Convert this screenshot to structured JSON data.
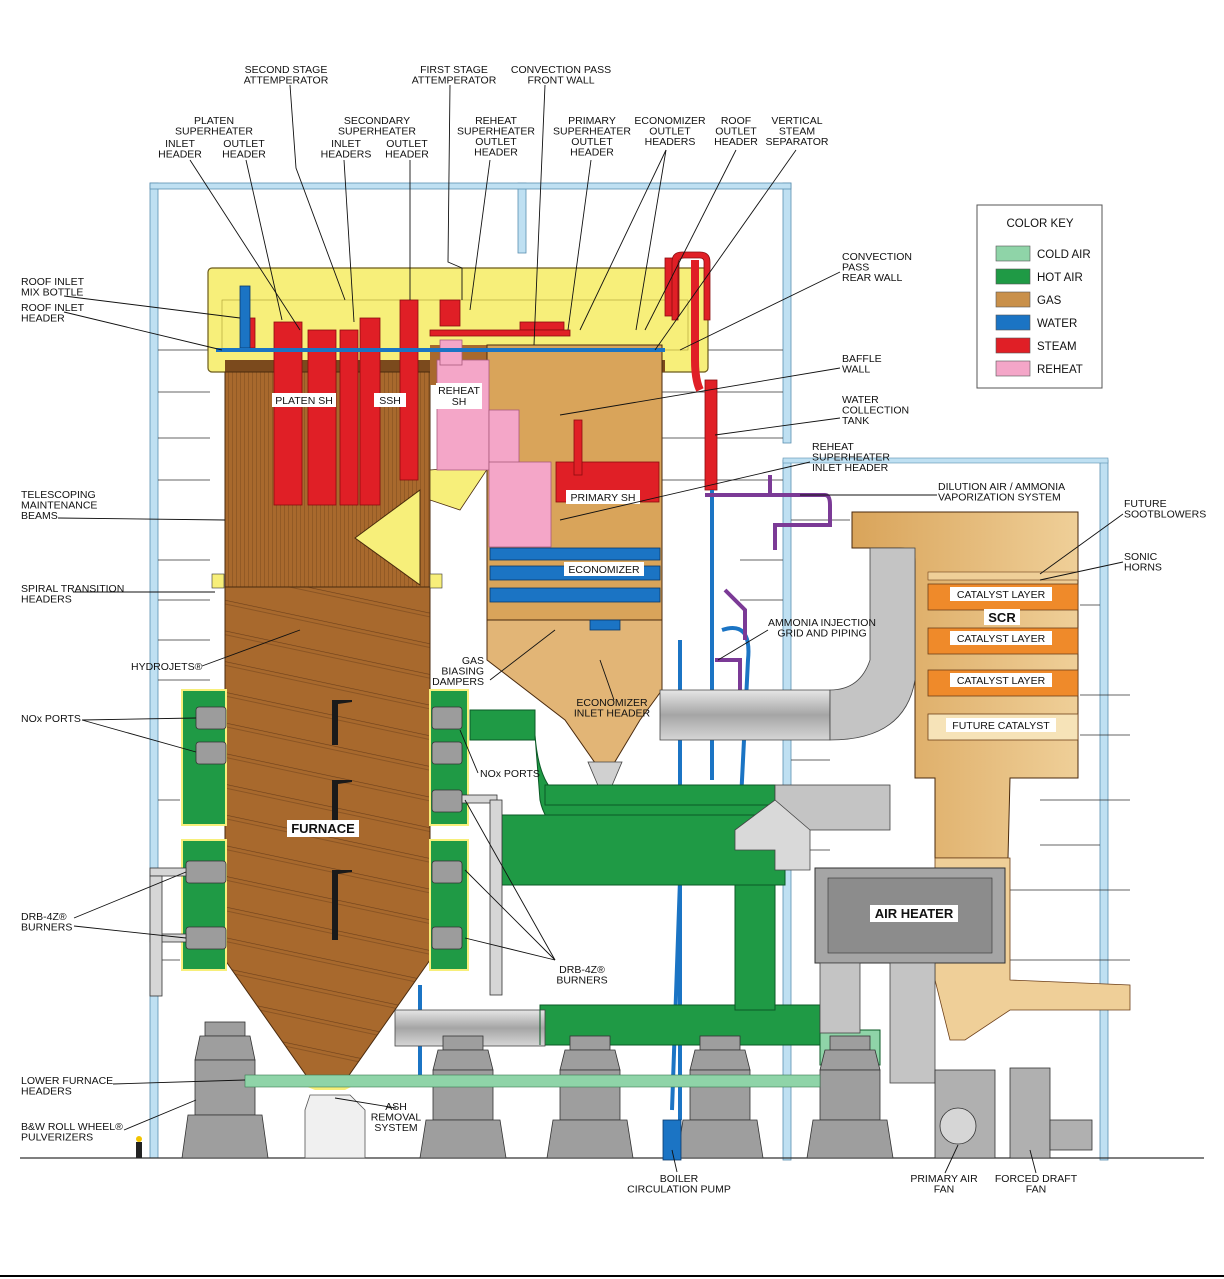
{
  "colors": {
    "cold_air": "#8fd4a8",
    "hot_air": "#1f9a45",
    "gas": "#c9904a",
    "water": "#1b74c4",
    "steam": "#e01f26",
    "reheat": "#f4a6c8",
    "roof_yellow": "#f7ef7a",
    "building_blue": "#bfe0f2",
    "duct_gray": "#b9b9b9",
    "scr_orange": "#ef8a2a",
    "purple": "#7b3a96"
  },
  "color_key": {
    "title": "COLOR KEY",
    "items": [
      {
        "label": "COLD AIR",
        "color": "#8fd4a8"
      },
      {
        "label": "HOT AIR",
        "color": "#1f9a45"
      },
      {
        "label": "GAS",
        "color": "#c9904a"
      },
      {
        "label": "WATER",
        "color": "#1b74c4"
      },
      {
        "label": "STEAM",
        "color": "#e01f26"
      },
      {
        "label": "REHEAT",
        "color": "#f4a6c8"
      }
    ]
  },
  "inner_labels": {
    "platen_sh": "PLATEN SH",
    "ssh": "SSH",
    "reheat_sh_1": "REHEAT",
    "reheat_sh_2": "SH",
    "primary_sh": "PRIMARY SH",
    "economizer": "ECONOMIZER",
    "furnace": "FURNACE",
    "scr": "SCR",
    "catalyst_1": "CATALYST LAYER",
    "catalyst_2": "CATALYST LAYER",
    "catalyst_3": "CATALYST LAYER",
    "future_catalyst": "FUTURE CATALYST",
    "air_heater": "AIR HEATER"
  },
  "callouts": {
    "second_stage_attemperator": [
      "SECOND STAGE",
      "ATTEMPERATOR"
    ],
    "first_stage_attemperator": [
      "FIRST STAGE",
      "ATTEMPERATOR"
    ],
    "convection_pass_front_wall": [
      "CONVECTION PASS",
      "FRONT WALL"
    ],
    "platen_superheater": [
      "PLATEN",
      "SUPERHEATER"
    ],
    "platen_inlet_header": [
      "INLET",
      "HEADER"
    ],
    "platen_outlet_header": [
      "OUTLET",
      "HEADER"
    ],
    "secondary_superheater": [
      "SECONDARY",
      "SUPERHEATER"
    ],
    "secondary_inlet_headers": [
      "INLET",
      "HEADERS"
    ],
    "secondary_outlet_header": [
      "OUTLET",
      "HEADER"
    ],
    "reheat_superheater_outlet_header": [
      "REHEAT",
      "SUPERHEATER",
      "OUTLET",
      "HEADER"
    ],
    "primary_superheater_outlet_header": [
      "PRIMARY",
      "SUPERHEATER",
      "OUTLET",
      "HEADER"
    ],
    "economizer_outlet_headers": [
      "ECONOMIZER",
      "OUTLET",
      "HEADERS"
    ],
    "roof_outlet_header": [
      "ROOF",
      "OUTLET",
      "HEADER"
    ],
    "vertical_steam_separator": [
      "VERTICAL",
      "STEAM",
      "SEPARATOR"
    ],
    "roof_inlet_mix_bottle": [
      "ROOF INLET",
      "MIX BOTTLE"
    ],
    "roof_inlet_header": [
      "ROOF INLET",
      "HEADER"
    ],
    "convection_pass_rear_wall": [
      "CONVECTION",
      "PASS",
      "REAR WALL"
    ],
    "baffle_wall": [
      "BAFFLE",
      "WALL"
    ],
    "water_collection_tank": [
      "WATER",
      "COLLECTION",
      "TANK"
    ],
    "reheat_superheater_inlet_header": [
      "REHEAT",
      "SUPERHEATER",
      "INLET HEADER"
    ],
    "dilution_air": [
      "DILUTION AIR / AMMONIA",
      "VAPORIZATION SYSTEM"
    ],
    "future_sootblowers": [
      "FUTURE",
      "SOOTBLOWERS"
    ],
    "sonic_horns": [
      "SONIC",
      "HORNS"
    ],
    "telescoping_beams": [
      "TELESCOPING",
      "MAINTENANCE",
      "BEAMS"
    ],
    "spiral_transition_headers": [
      "SPIRAL TRANSITION",
      "HEADERS"
    ],
    "hydrojets": [
      "HYDROJETS®"
    ],
    "nox_ports_left": [
      "NOx PORTS"
    ],
    "nox_ports_right": [
      "NOx PORTS"
    ],
    "gas_biasing_dampers": [
      "GAS",
      "BIASING",
      "DAMPERS"
    ],
    "economizer_inlet_header": [
      "ECONOMIZER",
      "INLET HEADER"
    ],
    "ammonia_injection_grid": [
      "AMMONIA INJECTION",
      "GRID AND PIPING"
    ],
    "drb_burners_left": [
      "DRB-4Z®",
      "BURNERS"
    ],
    "drb_burners_right": [
      "DRB-4Z®",
      "BURNERS"
    ],
    "lower_furnace_headers": [
      "LOWER FURNACE",
      "HEADERS"
    ],
    "pulverizers": [
      "B&W ROLL WHEEL®",
      "PULVERIZERS"
    ],
    "ash_removal_system": [
      "ASH",
      "REMOVAL",
      "SYSTEM"
    ],
    "boiler_circulation_pump": [
      "BOILER",
      "CIRCULATION PUMP"
    ],
    "primary_air_fan": [
      "PRIMARY AIR",
      "FAN"
    ],
    "forced_draft_fan": [
      "FORCED DRAFT",
      "FAN"
    ]
  }
}
